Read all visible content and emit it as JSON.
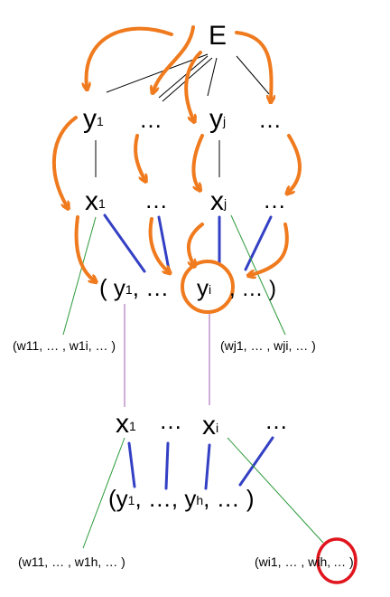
{
  "nodes": {
    "root": "E",
    "y_level": {
      "y1": "y",
      "y1_sub": "1",
      "dots_a": "…",
      "yj": "y",
      "yj_sub": "j",
      "dots_b": "…"
    },
    "x_level": {
      "x1": "x",
      "x1_sub": "1",
      "dots_a": "…",
      "xj": "x",
      "xj_sub": "j",
      "dots_b": "…"
    },
    "y_tuple": {
      "open": "( y",
      "y1_sub": "1",
      "mid": ", …",
      "yi": "y",
      "yi_sub": "i",
      "close": ", … )"
    },
    "w_left": "(w11, … , w1i, … )",
    "w_right": "(wj1, … , wji, … )",
    "x2_level": {
      "x1": "x",
      "x1_sub": "1",
      "dots_a": "…",
      "xi": "x",
      "xi_sub": "i",
      "dots_b": "…"
    },
    "y2_tuple": {
      "open": "(y",
      "y1_sub": "1",
      "mid": ", …, y",
      "yh_sub": "h",
      "close": ",  … )"
    },
    "w2_left": "(w11, … , w1h, … )",
    "w2_right_a": "(wi1, … ,",
    "w2_right_b": "wih,",
    "w2_right_c": "… )"
  },
  "colors": {
    "orange_arrows": "#f07a1e",
    "blue_edges": "#3340c4",
    "green_edges": "#2b9a3a",
    "purple_edges": "#b078c0",
    "red_circle": "#e0151e"
  }
}
